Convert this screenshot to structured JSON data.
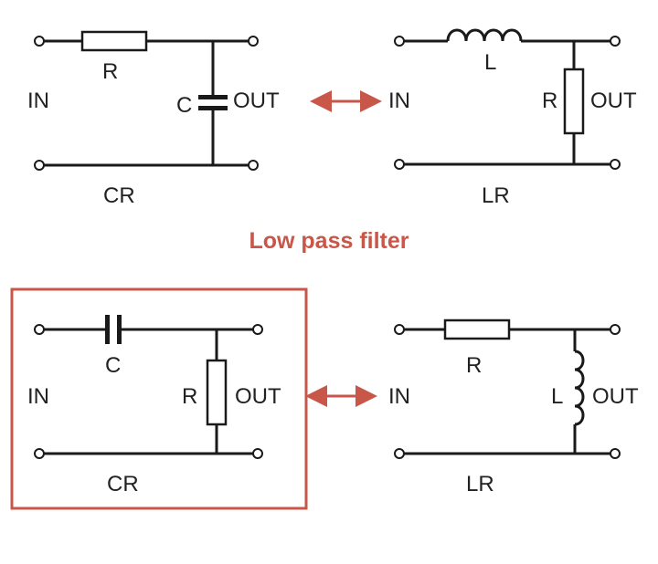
{
  "title": "Low pass filter",
  "colors": {
    "accent": "#c8574a",
    "wire": "#1a1a1a",
    "text": "#222222"
  },
  "circuits": {
    "low_cr": {
      "in": "IN",
      "out": "OUT",
      "component_r": "R",
      "component_c": "C",
      "name": "CR"
    },
    "low_lr": {
      "in": "IN",
      "out": "OUT",
      "component_l": "L",
      "component_r": "R",
      "name": "LR"
    },
    "high_cr": {
      "in": "IN",
      "out": "OUT",
      "component_c": "C",
      "component_r": "R",
      "name": "CR"
    },
    "high_lr": {
      "in": "IN",
      "out": "OUT",
      "component_r": "R",
      "component_l": "L",
      "name": "LR"
    }
  }
}
